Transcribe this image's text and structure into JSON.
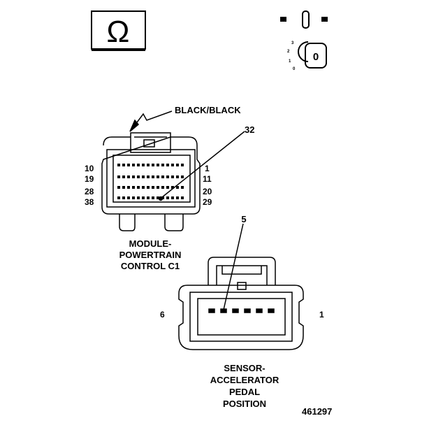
{
  "diagram": {
    "ohm_symbol": "Ω",
    "ignition": {
      "positions": [
        "3",
        "2",
        "1",
        "0"
      ],
      "key_label": "0"
    },
    "connector_c1": {
      "lock_label": "BLACK/BLACK",
      "callout_pin": "32",
      "left_pins": [
        "10",
        "19",
        "28",
        "38"
      ],
      "right_pins": [
        "1",
        "11",
        "20",
        "29"
      ],
      "name": [
        "MODULE-",
        "POWERTRAIN",
        "CONTROL C1"
      ]
    },
    "connector_app": {
      "callout_pin": "5",
      "left_pin": "6",
      "right_pin": "1",
      "name": [
        "SENSOR-",
        "ACCELERATOR",
        "PEDAL",
        "POSITION"
      ]
    },
    "figure_number": "461297"
  }
}
